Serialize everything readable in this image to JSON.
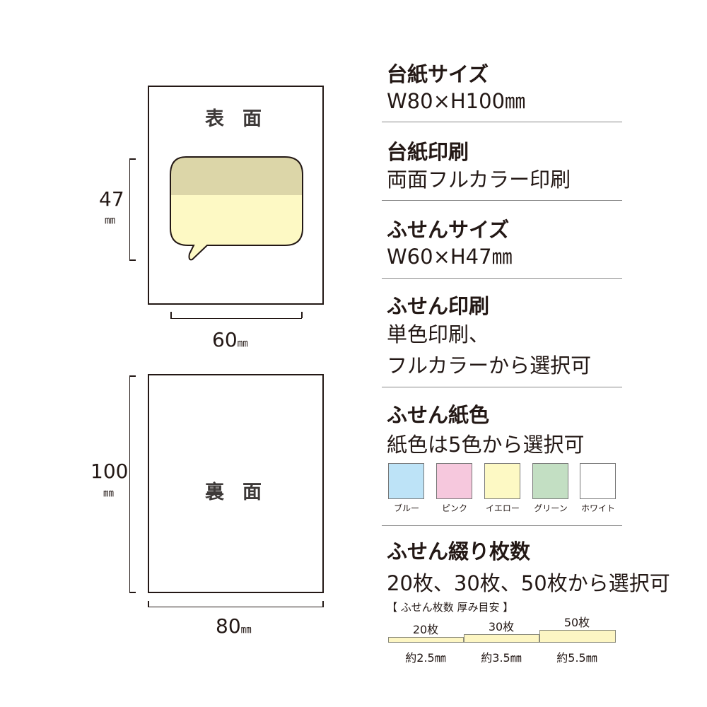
{
  "diagram": {
    "front_label": "表面",
    "back_label": "裏面",
    "note_height": "47",
    "note_width": "60",
    "card_height": "100",
    "card_width": "80",
    "unit": "㎜",
    "colors": {
      "band": "#dcd6a8",
      "note": "#fdf9c4"
    }
  },
  "specs": [
    {
      "title": "台紙サイズ",
      "lines": [
        "W80×H100㎜"
      ]
    },
    {
      "title": "台紙印刷",
      "lines": [
        "両面フルカラー印刷"
      ]
    },
    {
      "title": "ふせんサイズ",
      "lines": [
        "W60×H47㎜"
      ]
    },
    {
      "title": "ふせん印刷",
      "lines": [
        "単色印刷、",
        "フルカラーから選択可"
      ]
    },
    {
      "title": "ふせん紙色",
      "lines": [
        "紙色は5色から選択可"
      ]
    },
    {
      "title": "ふせん綴り枚数",
      "lines": [
        "20枚、30枚、50枚から選択可"
      ]
    }
  ],
  "swatches": [
    {
      "label": "ブルー",
      "color": "#bde3f7"
    },
    {
      "label": "ピンク",
      "color": "#f6c8dd"
    },
    {
      "label": "イエロー",
      "color": "#fdf9c4"
    },
    {
      "label": "グリーン",
      "color": "#c3dfc3"
    },
    {
      "label": "ホワイト",
      "color": "#ffffff"
    }
  ],
  "thickness": {
    "heading": "【 ふせん枚数 厚み目安 】",
    "items": [
      {
        "count": "20枚",
        "thickness": "約2.5㎜",
        "mm": 2.5
      },
      {
        "count": "30枚",
        "thickness": "約3.5㎜",
        "mm": 3.5
      },
      {
        "count": "50枚",
        "thickness": "約5.5㎜",
        "mm": 5.5
      }
    ]
  }
}
